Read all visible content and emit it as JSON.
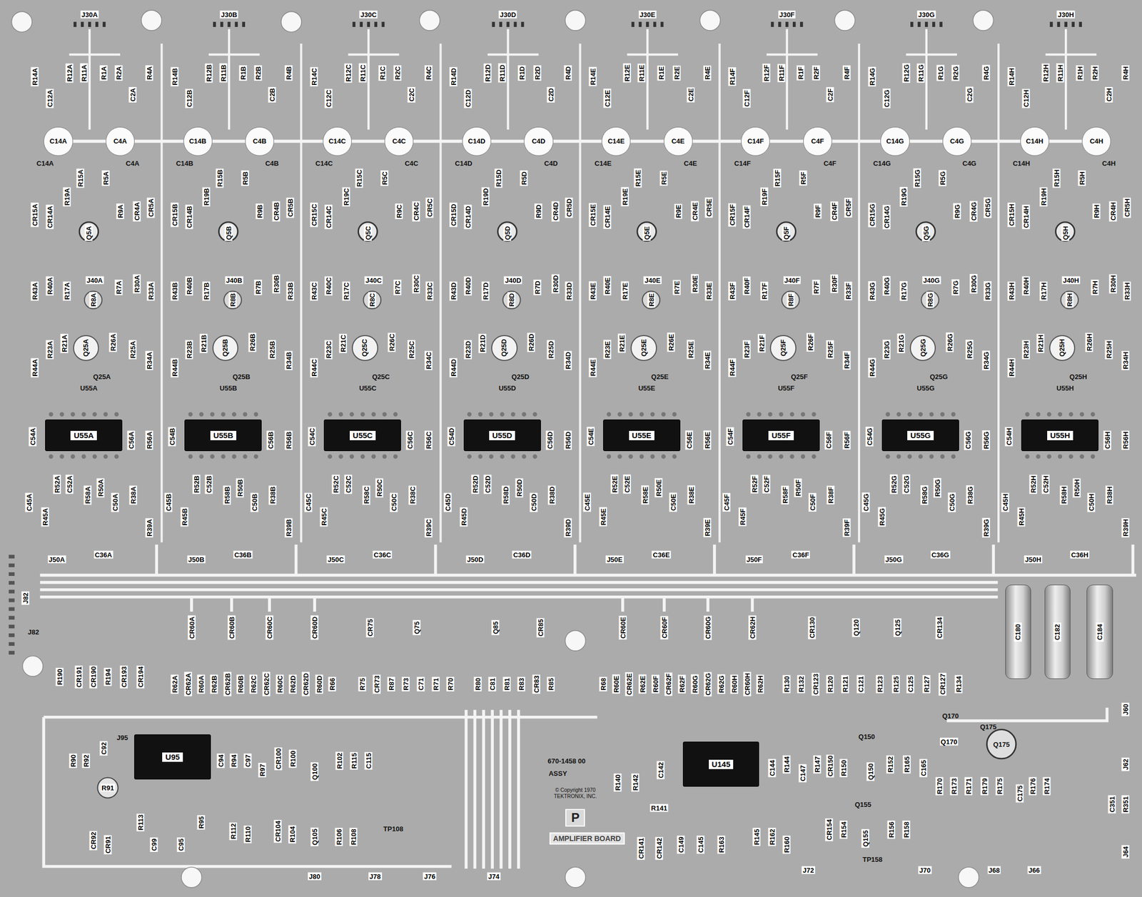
{
  "diagram": {
    "nodes": [
      {
        "text": [
          "C14A"
        ]
      },
      {
        "text": [
          "C4A"
        ]
      },
      {
        "text": [
          "C14B"
        ]
      },
      {
        "text": [
          "C4B"
        ]
      },
      {
        "text": [
          "C14C"
        ]
      },
      {
        "text": [
          "C4C"
        ]
      },
      {
        "text": [
          "C14D"
        ]
      },
      {
        "text": [
          "C4D"
        ]
      },
      {
        "text": [
          "C14E"
        ]
      },
      {
        "text": [
          "C4E"
        ]
      },
      {
        "text": [
          "C14F"
        ]
      },
      {
        "text": [
          "C4F"
        ]
      },
      {
        "text": [
          "C14G"
        ]
      },
      {
        "text": [
          "C4G"
        ]
      },
      {
        "text": [
          "C14H"
        ]
      },
      {
        "text": [
          "C4H"
        ]
      },
      {
        "text": [
          "Q25A"
        ]
      },
      {
        "text": [
          "Q25B"
        ]
      },
      {
        "text": [
          "Q25C"
        ]
      },
      {
        "text": [
          "Q25D"
        ]
      },
      {
        "text": [
          "Q25E"
        ]
      },
      {
        "text": [
          "Q25F"
        ]
      },
      {
        "text": [
          "Q25G"
        ]
      },
      {
        "text": [
          "Q25H"
        ]
      },
      {
        "text": [
          "U55A"
        ]
      },
      {
        "text": [
          "U55B"
        ]
      },
      {
        "text": [
          "U55C"
        ]
      },
      {
        "text": [
          "U55D"
        ]
      },
      {
        "text": [
          "U55E"
        ]
      },
      {
        "text": [
          "U55F"
        ]
      },
      {
        "text": [
          "U55G"
        ]
      },
      {
        "text": [
          "U55H"
        ]
      },
      {
        "text": [
          "C180"
        ]
      },
      {
        "text": [
          "C182"
        ]
      },
      {
        "text": [
          "C184"
        ]
      },
      {
        "text": [
          "U95"
        ]
      },
      {
        "text": [
          "U145"
        ]
      }
    ],
    "edges": [
      {
        "from": 0,
        "to": 1,
        "arrow": "none"
      },
      {
        "from": 1,
        "to": 2,
        "arrow": "none"
      },
      {
        "from": 2,
        "to": 3,
        "arrow": "none"
      },
      {
        "from": 3,
        "to": 4,
        "arrow": "none"
      },
      {
        "from": 4,
        "to": 5,
        "arrow": "none"
      },
      {
        "from": 5,
        "to": 6,
        "arrow": "none"
      },
      {
        "from": 6,
        "to": 7,
        "arrow": "none"
      },
      {
        "from": 7,
        "to": 8,
        "arrow": "none"
      },
      {
        "from": 8,
        "to": 9,
        "arrow": "none"
      },
      {
        "from": 9,
        "to": 10,
        "arrow": "none"
      },
      {
        "from": 10,
        "to": 11,
        "arrow": "none"
      },
      {
        "from": 11,
        "to": 12,
        "arrow": "none"
      },
      {
        "from": 12,
        "to": 13,
        "arrow": "none"
      },
      {
        "from": 13,
        "to": 14,
        "arrow": "none"
      },
      {
        "from": 14,
        "to": 15,
        "arrow": "none"
      }
    ],
    "labels": [
      "J30A",
      "R14A",
      "C12A",
      "R12A",
      "R11A",
      "R1A",
      "R2A",
      "C2A",
      "R4A",
      "C14A",
      "C4A",
      "CR15A",
      "CR14A",
      "R19A",
      "R15A",
      "R5A",
      "R9A",
      "CR4A",
      "CR5A",
      "Q5A",
      "J40A",
      "R43A",
      "R40A",
      "R17A",
      "R8A",
      "R7A",
      "R30A",
      "R33A",
      "R44A",
      "R23A",
      "R21A",
      "R26A",
      "R25A",
      "R34A",
      "Q25A",
      "U55A",
      "C54A",
      "C56A",
      "R56A",
      "C45A",
      "R45A",
      "R52A",
      "C52A",
      "R58A",
      "R50A",
      "C50A",
      "R38A",
      "R39A",
      "J50A",
      "C36A",
      "J30B",
      "R14B",
      "C12B",
      "R12B",
      "R11B",
      "R1B",
      "R2B",
      "C2B",
      "R4B",
      "C14B",
      "C4B",
      "CR15B",
      "CR14B",
      "R19B",
      "R15B",
      "R5B",
      "R9B",
      "CR4B",
      "CR5B",
      "Q5B",
      "J40B",
      "R43B",
      "R40B",
      "R17B",
      "R8B",
      "R7B",
      "R30B",
      "R33B",
      "R44B",
      "R23B",
      "R21B",
      "R26B",
      "R25B",
      "R34B",
      "Q25B",
      "U55B",
      "C54B",
      "C56B",
      "R56B",
      "C45B",
      "R45B",
      "R52B",
      "C52B",
      "R58B",
      "R50B",
      "C50B",
      "R38B",
      "R39B",
      "J50B",
      "C36B",
      "J30C",
      "R14C",
      "C12C",
      "R12C",
      "R11C",
      "R1C",
      "R2C",
      "C2C",
      "R4C",
      "C14C",
      "C4C",
      "CR15C",
      "CR14C",
      "R19C",
      "R15C",
      "R5C",
      "R9C",
      "CR4C",
      "CR5C",
      "Q5C",
      "J40C",
      "R43C",
      "R40C",
      "R17C",
      "R8C",
      "R7C",
      "R30C",
      "R33C",
      "R44C",
      "R23C",
      "R21C",
      "R26C",
      "R25C",
      "R34C",
      "Q25C",
      "U55C",
      "C54C",
      "C56C",
      "R56C",
      "C45C",
      "R45C",
      "R52C",
      "C52C",
      "R58C",
      "R50C",
      "C50C",
      "R38C",
      "R39C",
      "J50C",
      "C36C",
      "J30D",
      "R14D",
      "C12D",
      "R12D",
      "R11D",
      "R1D",
      "R2D",
      "C2D",
      "R4D",
      "C14D",
      "C4D",
      "CR15D",
      "CR14D",
      "R19D",
      "R15D",
      "R5D",
      "R9D",
      "CR4D",
      "CR5D",
      "Q5D",
      "J40D",
      "R43D",
      "R40D",
      "R17D",
      "R8D",
      "R7D",
      "R30D",
      "R33D",
      "R44D",
      "R23D",
      "R21D",
      "R26D",
      "R25D",
      "R34D",
      "Q25D",
      "U55D",
      "C54D",
      "C56D",
      "R56D",
      "C45D",
      "R45D",
      "R52D",
      "C52D",
      "R58D",
      "R50D",
      "C50D",
      "R38D",
      "R39D",
      "J50D",
      "C36D",
      "J30E",
      "R14E",
      "C12E",
      "R12E",
      "R11E",
      "R1E",
      "R2E",
      "C2E",
      "R4E",
      "C14E",
      "C4E",
      "CR15E",
      "CR14E",
      "R19E",
      "R15E",
      "R5E",
      "R9E",
      "CR4E",
      "CR5E",
      "Q5E",
      "J40E",
      "R43E",
      "R40E",
      "R17E",
      "R8E",
      "R7E",
      "R30E",
      "R33E",
      "R44E",
      "R23E",
      "R21E",
      "R26E",
      "R25E",
      "R34E",
      "Q25E",
      "U55E",
      "C54E",
      "C56E",
      "R56E",
      "C45E",
      "R45E",
      "R52E",
      "C52E",
      "R58E",
      "R50E",
      "C50E",
      "R38E",
      "R39E",
      "J50E",
      "C36E",
      "J30F",
      "R14F",
      "C12F",
      "R12F",
      "R11F",
      "R1F",
      "R2F",
      "C2F",
      "R4F",
      "C14F",
      "C4F",
      "CR15F",
      "CR14F",
      "R19F",
      "R15F",
      "R5F",
      "R9F",
      "CR4F",
      "CR5F",
      "Q5F",
      "J40F",
      "R43F",
      "R40F",
      "R17F",
      "R8F",
      "R7F",
      "R30F",
      "R33F",
      "R44F",
      "R23F",
      "R21F",
      "R26F",
      "R25F",
      "R34F",
      "Q25F",
      "U55F",
      "C54F",
      "C56F",
      "R56F",
      "C45F",
      "R45F",
      "R52F",
      "C52F",
      "R58F",
      "R50F",
      "C50F",
      "R38F",
      "R39F",
      "J50F",
      "C36F",
      "J30G",
      "R14G",
      "C12G",
      "R12G",
      "R11G",
      "R1G",
      "R2G",
      "C2G",
      "R4G",
      "C14G",
      "C4G",
      "CR15G",
      "CR14G",
      "R19G",
      "R15G",
      "R5G",
      "R9G",
      "CR4G",
      "CR5G",
      "Q5G",
      "J40G",
      "R43G",
      "R40G",
      "R17G",
      "R8G",
      "R7G",
      "R30G",
      "R33G",
      "R44G",
      "R23G",
      "R21G",
      "R26G",
      "R25G",
      "R34G",
      "Q25G",
      "U55G",
      "C54G",
      "C56G",
      "R56G",
      "C45G",
      "R45G",
      "R52G",
      "C52G",
      "R58G",
      "R50G",
      "C50G",
      "R38G",
      "R39G",
      "J50G",
      "C36G",
      "J30H",
      "R14H",
      "C12H",
      "R12H",
      "R11H",
      "R1H",
      "R2H",
      "C2H",
      "R4H",
      "C14H",
      "C4H",
      "CR15H",
      "CR14H",
      "R19H",
      "R15H",
      "R5H",
      "R9H",
      "CR4H",
      "CR5H",
      "Q5H",
      "J40H",
      "R43H",
      "R40H",
      "R17H",
      "R8H",
      "R7H",
      "R30H",
      "R33H",
      "R44H",
      "R23H",
      "R21H",
      "R26H",
      "R25H",
      "R34H",
      "Q25H",
      "U55H",
      "C54H",
      "C56H",
      "R56H",
      "C45H",
      "R45H",
      "R52H",
      "C52H",
      "R58H",
      "R50H",
      "C50H",
      "R38H",
      "R39H",
      "J50H",
      "C36H",
      "J82",
      "J82",
      "CR60A",
      "CR60B",
      "CR60C",
      "CR60D",
      "CR75",
      "Q75",
      "Q85",
      "CR85",
      "CR60E",
      "CR60F",
      "CR60G",
      "CR62H",
      "CR130",
      "Q120",
      "Q125",
      "CR134",
      "R190",
      "CR191",
      "CR190",
      "R194",
      "CR193",
      "CR194",
      "R62A",
      "CR62A",
      "R60A",
      "R62B",
      "CR62B",
      "R60B",
      "R62C",
      "CR62C",
      "R60C",
      "R62D",
      "CR62D",
      "R60D",
      "R66",
      "R75",
      "CR73",
      "R87",
      "R73",
      "C71",
      "R71",
      "R70",
      "R80",
      "C81",
      "R81",
      "R83",
      "CR83",
      "R85",
      "R68",
      "R60E",
      "CR62E",
      "R62E",
      "R60F",
      "CR62F",
      "R62F",
      "R60G",
      "CR62G",
      "R62G",
      "R60H",
      "CR60H",
      "R62H",
      "R130",
      "R132",
      "CR123",
      "R120",
      "R121",
      "C121",
      "R123",
      "R125",
      "C125",
      "R127",
      "CR127",
      "R134",
      "J60",
      "R90",
      "R92",
      "C92",
      "J95",
      "C94",
      "R94",
      "C97",
      "R97",
      "CR100",
      "R100",
      "Q100",
      "R102",
      "R115",
      "C115",
      "R91",
      "R113",
      "C99",
      "C95",
      "R95",
      "R112",
      "R110",
      "CR104",
      "R104",
      "Q105",
      "R106",
      "R108",
      "CR92",
      "CR91",
      "TP108",
      "J80",
      "J78",
      "J76",
      "J74",
      "670-1458 00",
      "ASSY",
      "© Copyright 1970 TEKTRONIX, INC.",
      "P",
      "AMPLIFIER BOARD",
      "R140",
      "R142",
      "C142",
      "R141",
      "CR141",
      "CR142",
      "C149",
      "C145",
      "R163",
      "C144",
      "R144",
      "C147",
      "R147",
      "CR150",
      "R150",
      "Q150",
      "Q150",
      "R152",
      "R165",
      "C165",
      "Q170",
      "Q170",
      "Q175",
      "Q175",
      "R145",
      "R162",
      "R160",
      "CR154",
      "R154",
      "Q155",
      "Q155",
      "R156",
      "R158",
      "TP158",
      "J72",
      "J70",
      "R170",
      "R173",
      "R171",
      "R179",
      "R175",
      "C175",
      "R176",
      "R174",
      "J68",
      "J66",
      "J62",
      "C351",
      "R351",
      "J64"
    ]
  }
}
